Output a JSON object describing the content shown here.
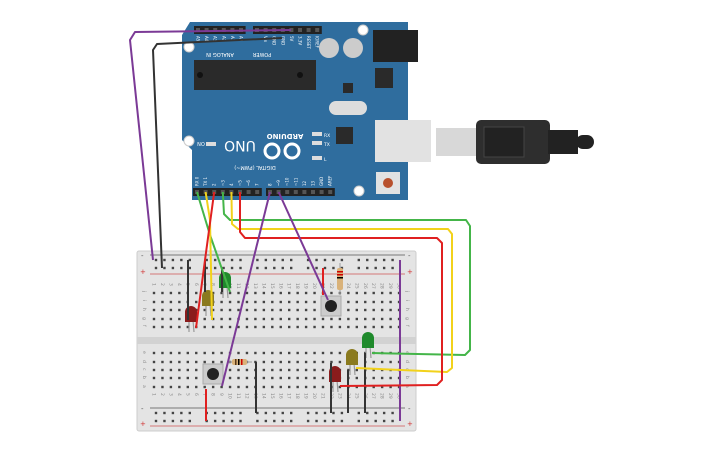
{
  "arduino": {
    "brand": "ARDUINO",
    "model": "UNO",
    "digital_label": "DIGITAL (PWM~)",
    "analog_label": "ANALOG IN",
    "power_label": "POWER",
    "on_label": "ON",
    "tx_label": "TX",
    "rx_label": "RX",
    "l_label": "L",
    "digital_pins": [
      "RX 0",
      "TX 1",
      "2",
      "~3",
      "4",
      "~5",
      "~6",
      "7",
      "8",
      "~9",
      "~10",
      "~11",
      "12",
      "13",
      "GND",
      "AREF"
    ],
    "analog_pins": [
      "A5",
      "A4",
      "A3",
      "A2",
      "A1",
      "A0"
    ],
    "power_pins": [
      "Vin",
      "GND",
      "GND",
      "5V",
      "3.3V",
      "RESET",
      "IOREF"
    ],
    "board_color": "#2f6d9e"
  },
  "breadboard": {
    "columns": [
      "1",
      "2",
      "3",
      "4",
      "5",
      "6",
      "7",
      "8",
      "9",
      "10",
      "11",
      "12",
      "13",
      "14",
      "15",
      "16",
      "17",
      "18",
      "19",
      "20",
      "21",
      "22",
      "23",
      "24",
      "25",
      "26",
      "27",
      "28",
      "29",
      "30"
    ],
    "top_rows": [
      "j",
      "i",
      "h",
      "g",
      "f"
    ],
    "bottom_rows": [
      "e",
      "d",
      "c",
      "b",
      "a"
    ],
    "minus_label": "-",
    "plus_label": "+"
  },
  "wire_colors": {
    "purple": "#7b3a96",
    "black": "#333333",
    "green": "#44b549",
    "yellow": "#f2d21b",
    "red": "#e02020"
  },
  "led_colors": {
    "red": "#8a1c1c",
    "yellow": "#8a7a1f",
    "green": "#1f8a2c"
  }
}
